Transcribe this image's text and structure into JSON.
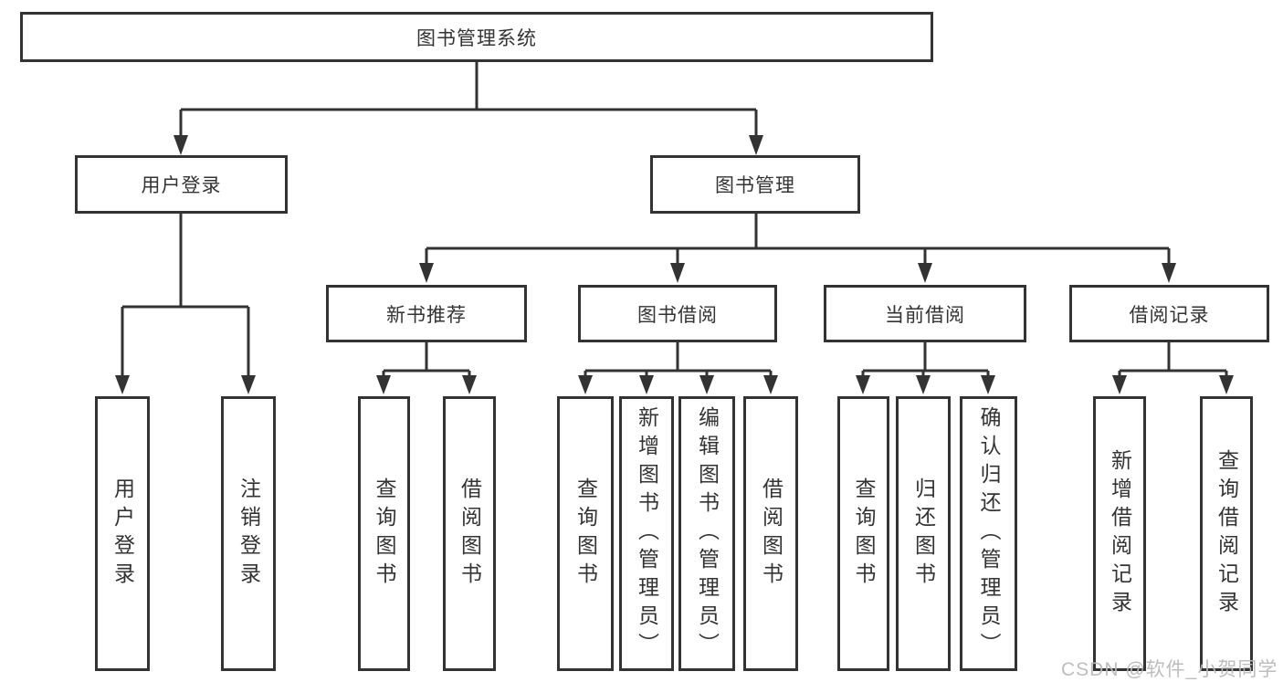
{
  "tree": {
    "root": "图书管理系统",
    "branches": [
      {
        "label": "用户登录",
        "leaves": [
          "用户登录",
          "注销登录"
        ]
      },
      {
        "label": "图书管理",
        "sections": [
          {
            "label": "新书推荐",
            "leaves": [
              "查询图书",
              "借阅图书"
            ]
          },
          {
            "label": "图书借阅",
            "leaves": [
              "查询图书",
              "新增图书（管理员）",
              "编辑图书（管理员）",
              "借阅图书"
            ]
          },
          {
            "label": "当前借阅",
            "leaves": [
              "查询图书",
              "归还图书",
              "确认归还（管理员）"
            ]
          },
          {
            "label": "借阅记录",
            "leaves": [
              "新增借阅记录",
              "查询借阅记录"
            ]
          }
        ]
      }
    ]
  },
  "watermark": "CSDN @软件_小贺同学",
  "colors": {
    "line": "#333333",
    "text": "#333333",
    "watermark": "#b9b9b9",
    "background": "#ffffff"
  }
}
